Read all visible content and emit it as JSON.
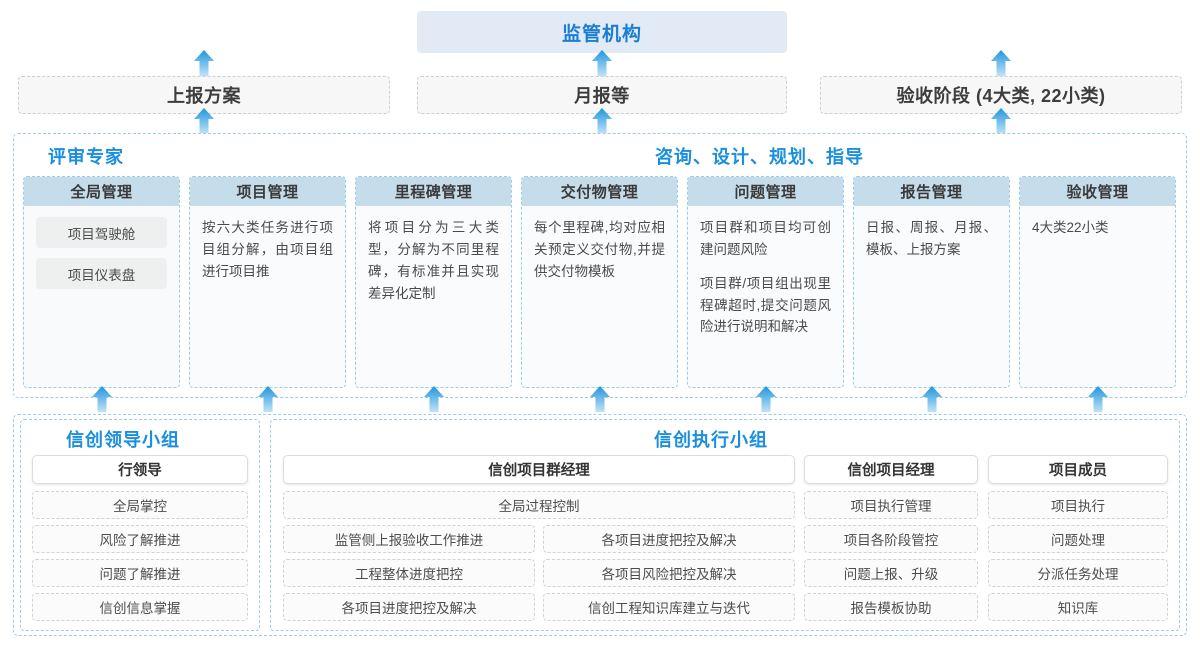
{
  "top": {
    "regulator": "监管机构",
    "reports": [
      {
        "label": "上报方案"
      },
      {
        "label": "月报等"
      },
      {
        "label": "验收阶段 (4大类, 22小类)"
      }
    ]
  },
  "middle": {
    "left_title": "评审专家",
    "right_title": "咨询、设计、规划、指导",
    "columns": [
      {
        "header": "全局管理",
        "pills": [
          "项目驾驶舱",
          "项目仪表盘"
        ],
        "paragraphs": []
      },
      {
        "header": "项目管理",
        "pills": [],
        "paragraphs": [
          "按六大类任务进行项目组分解，由项目组进行项目推"
        ]
      },
      {
        "header": "里程碑管理",
        "pills": [],
        "paragraphs": [
          "将项目分为三大类型，分解为不同里程碑，有标准并且实现差异化定制"
        ]
      },
      {
        "header": "交付物管理",
        "pills": [],
        "paragraphs": [
          "每个里程碑,均对应相关预定义交付物,并提供交付物模板"
        ]
      },
      {
        "header": "问题管理",
        "pills": [],
        "paragraphs": [
          "项目群和项目均可创建问题风险",
          "项目群/项目组出现里程碑超时,提交问题风险进行说明和解决"
        ]
      },
      {
        "header": "报告管理",
        "pills": [],
        "paragraphs": [
          "日报、周报、月报、模板、上报方案"
        ]
      },
      {
        "header": "验收管理",
        "pills": [],
        "paragraphs": [
          "4大类22小类"
        ]
      }
    ]
  },
  "bottom": {
    "left_group_title": "信创领导小组",
    "right_group_title": "信创执行小组",
    "leader_role": {
      "header": "行领导",
      "tasks": [
        "全局掌控",
        "风险了解推进",
        "问题了解推进",
        "信创信息掌握"
      ]
    },
    "program_manager": {
      "header": "信创项目群经理",
      "full_task": "全局过程控制",
      "task_rows": [
        [
          "监管侧上报验收工作推进",
          "各项目进度把控及解决"
        ],
        [
          "工程整体进度把控",
          "各项目风险把控及解决"
        ],
        [
          "各项目进度把控及解决",
          "信创工程知识库建立与迭代"
        ]
      ]
    },
    "project_manager": {
      "header": "信创项目经理",
      "tasks": [
        "项目执行管理",
        "项目各阶段管控",
        "问题上报、升级",
        "报告模板协助"
      ]
    },
    "project_member": {
      "header": "项目成员",
      "tasks": [
        "项目执行",
        "问题处理",
        "分派任务处理",
        "知识库"
      ]
    }
  },
  "colors": {
    "accent_blue": "#1a8fe0",
    "header_blue": "#c5dcea",
    "banner_blue": "#e2eaf5",
    "dash_blue": "#9ecbe8"
  }
}
